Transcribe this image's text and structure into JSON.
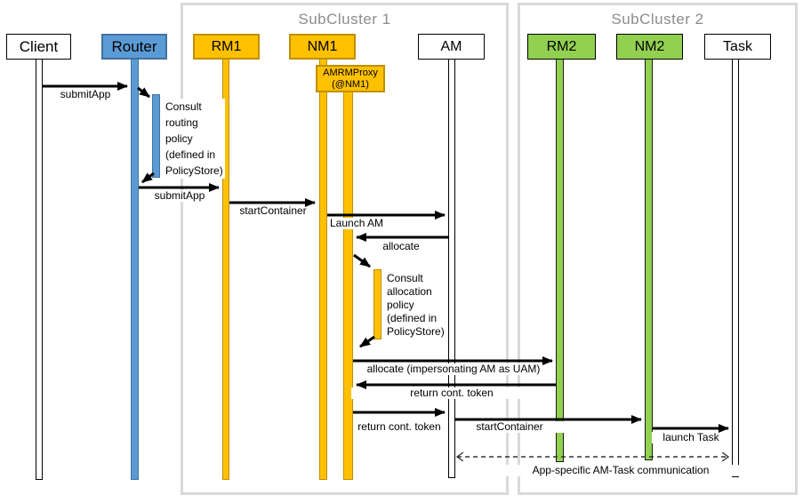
{
  "frames": {
    "subcluster1": "SubCluster 1",
    "subcluster2": "SubCluster 2"
  },
  "actors": {
    "client": "Client",
    "router": "Router",
    "rm1": "RM1",
    "nm1": "NM1",
    "amrmproxy_line1": "AMRMProxy",
    "amrmproxy_line2": "(@NM1)",
    "am": "AM",
    "rm2": "RM2",
    "nm2": "NM2",
    "task": "Task"
  },
  "messages": {
    "submit_app_client": "submitApp",
    "consult_routing": "Consult\nrouting\npolicy\n(defined in\nPolicyStore)",
    "submit_app_router": "submitApp",
    "start_container_rm1": "startContainer",
    "launch_am": "Launch AM",
    "allocate": "allocate",
    "consult_allocation": "Consult\nallocation\npolicy\n(defined in\nPolicyStore)",
    "allocate_impersonating": "allocate (impersonating AM as UAM)",
    "return_cont_token_rm2": "return cont. token",
    "return_cont_token_am": "return cont. token",
    "start_container_nm2": "startContainer",
    "launch_task": "launch Task",
    "am_task_communication": "App-specific AM-Task communication"
  },
  "colors": {
    "router_fill": "#5B9BD5",
    "router_border": "#41719C",
    "subcluster1_fill": "#FFC000",
    "subcluster1_border": "#BF8F00",
    "subcluster2_fill": "#92D050",
    "plain_border": "#000000",
    "frame_border": "#D9D9D9",
    "frame_label_color": "#8C8C8C",
    "arrow_color": "#000000"
  }
}
